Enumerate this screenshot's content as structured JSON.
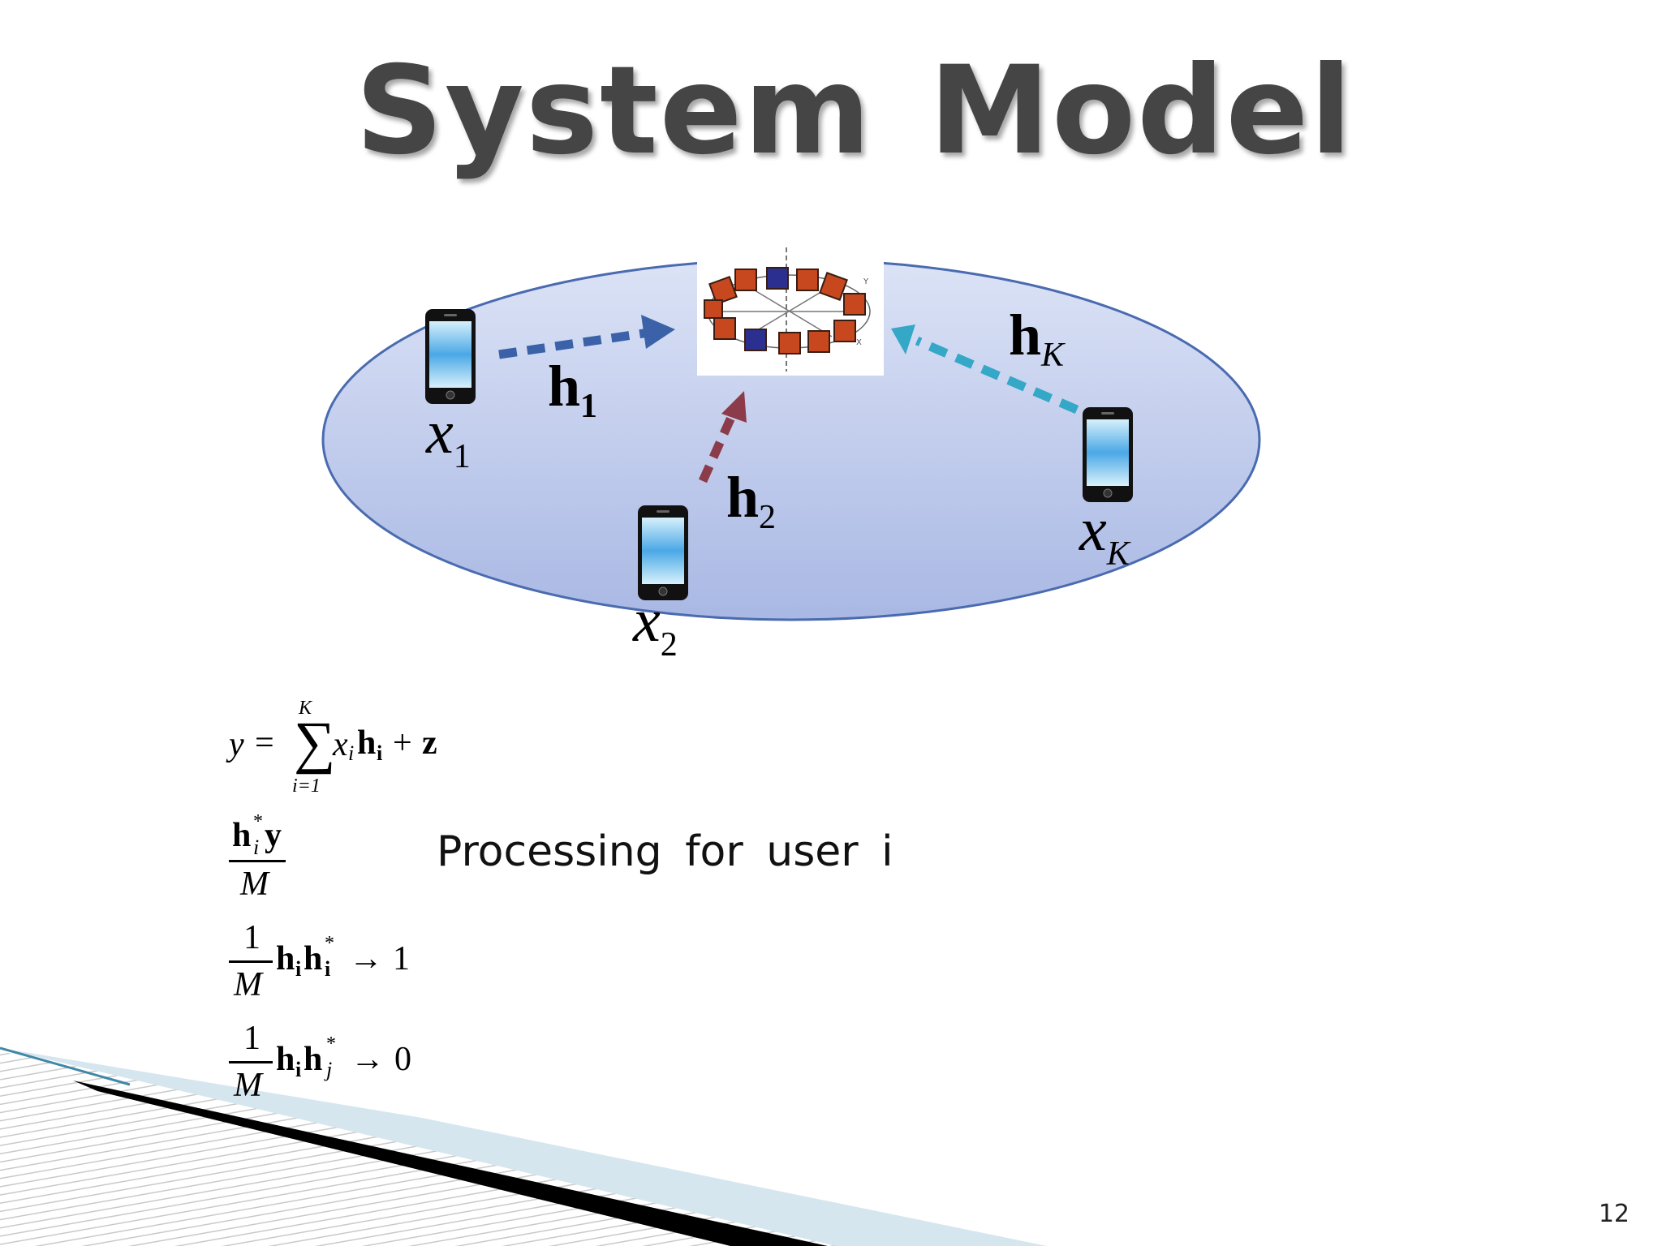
{
  "slide": {
    "title_word1": "System",
    "title_word2": "Model",
    "slide_number": "12",
    "caption": "Processing for user i"
  },
  "diagram": {
    "base_station_icon": "circular-antenna-array-icon",
    "users": [
      {
        "symbol": "x",
        "subscript": "1",
        "channel_symbol": "h",
        "channel_subscript": "1",
        "icon": "smartphone-icon"
      },
      {
        "symbol": "x",
        "subscript": "2",
        "channel_symbol": "h",
        "channel_subscript": "2",
        "icon": "smartphone-icon"
      },
      {
        "symbol": "x",
        "subscript": "K",
        "channel_symbol": "h",
        "channel_subscript": "K",
        "icon": "smartphone-icon"
      }
    ],
    "colors": {
      "ellipse_fill": "#c3cdef",
      "ellipse_stroke": "#4a6bb0",
      "arrow_user1": "#3b62a8",
      "arrow_user2": "#8b3b4a",
      "arrow_userK": "#35a7c7"
    }
  },
  "equations": {
    "eq1_lhs": "y",
    "eq1_eq": "=",
    "eq1_sum_upper": "K",
    "eq1_sum_lower": "i=1",
    "eq1_sum": "∑",
    "eq1_term_x": "x",
    "eq1_term_x_sub": "i",
    "eq1_term_h": "h",
    "eq1_term_h_sub": "i",
    "eq1_plus": "+",
    "eq1_z": "z",
    "eq2_num_h": "h",
    "eq2_num_sup": "*",
    "eq2_num_sub": "i",
    "eq2_num_y": "y",
    "eq2_den": "M",
    "eq3_num": "1",
    "eq3_den": "M",
    "eq3_h1": "h",
    "eq3_h1_sub": "i",
    "eq3_h2": "h",
    "eq3_h2_sup": "*",
    "eq3_h2_sub": "i",
    "eq3_arrow": "→",
    "eq3_rhs": "1",
    "eq4_num": "1",
    "eq4_den": "M",
    "eq4_h1": "h",
    "eq4_h1_sub": "i",
    "eq4_h2": "h",
    "eq4_h2_sup": "*",
    "eq4_h2_sub": "j",
    "eq4_arrow": "→",
    "eq4_rhs": "0"
  }
}
